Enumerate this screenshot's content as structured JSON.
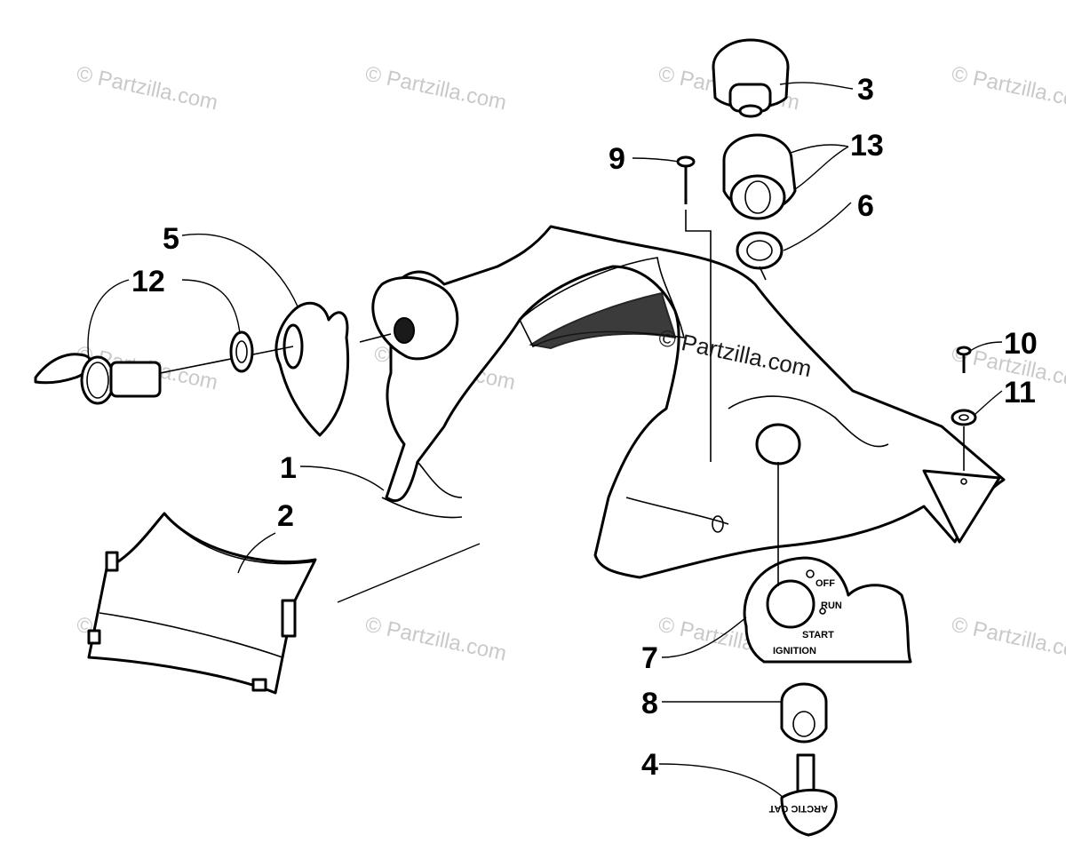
{
  "watermark": "© Partzilla.com",
  "callouts": {
    "c1": "1",
    "c2": "2",
    "c3": "3",
    "c4": "4",
    "c5": "5",
    "c6": "6",
    "c7": "7",
    "c8": "8",
    "c9": "9",
    "c10": "10",
    "c11": "11",
    "c12": "12",
    "c13": "13"
  },
  "ignition_plate": {
    "off": "OFF",
    "run": "RUN",
    "start": "START",
    "ignition": "IGNITION"
  },
  "key_text": "ARCTIC CAT"
}
